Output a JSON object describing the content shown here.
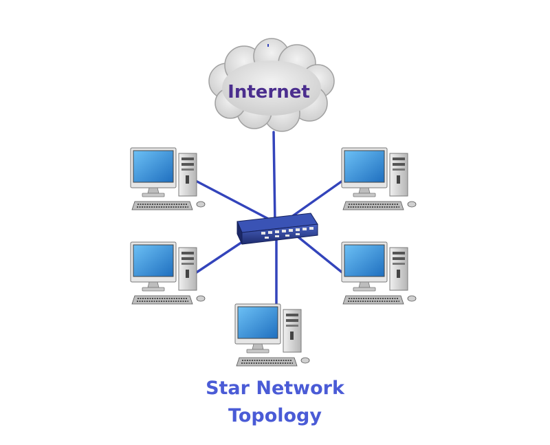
{
  "diagram": {
    "cloud_label": "Internet",
    "title_line1": "Star Network",
    "title_line2": "Topology",
    "colors": {
      "cable": "#3344bb",
      "cloud_text": "#4b2e8e",
      "title": "#4a5bd6",
      "cloud_fill": "#d9d9d9",
      "cloud_stroke": "#a8a8a8",
      "screen": "#2f8fd8",
      "case": "#d4d4d4",
      "hub": "#2b3f8f"
    },
    "nodes": [
      "internet-cloud",
      "hub",
      "computer",
      "computer",
      "computer",
      "computer",
      "computer"
    ]
  }
}
